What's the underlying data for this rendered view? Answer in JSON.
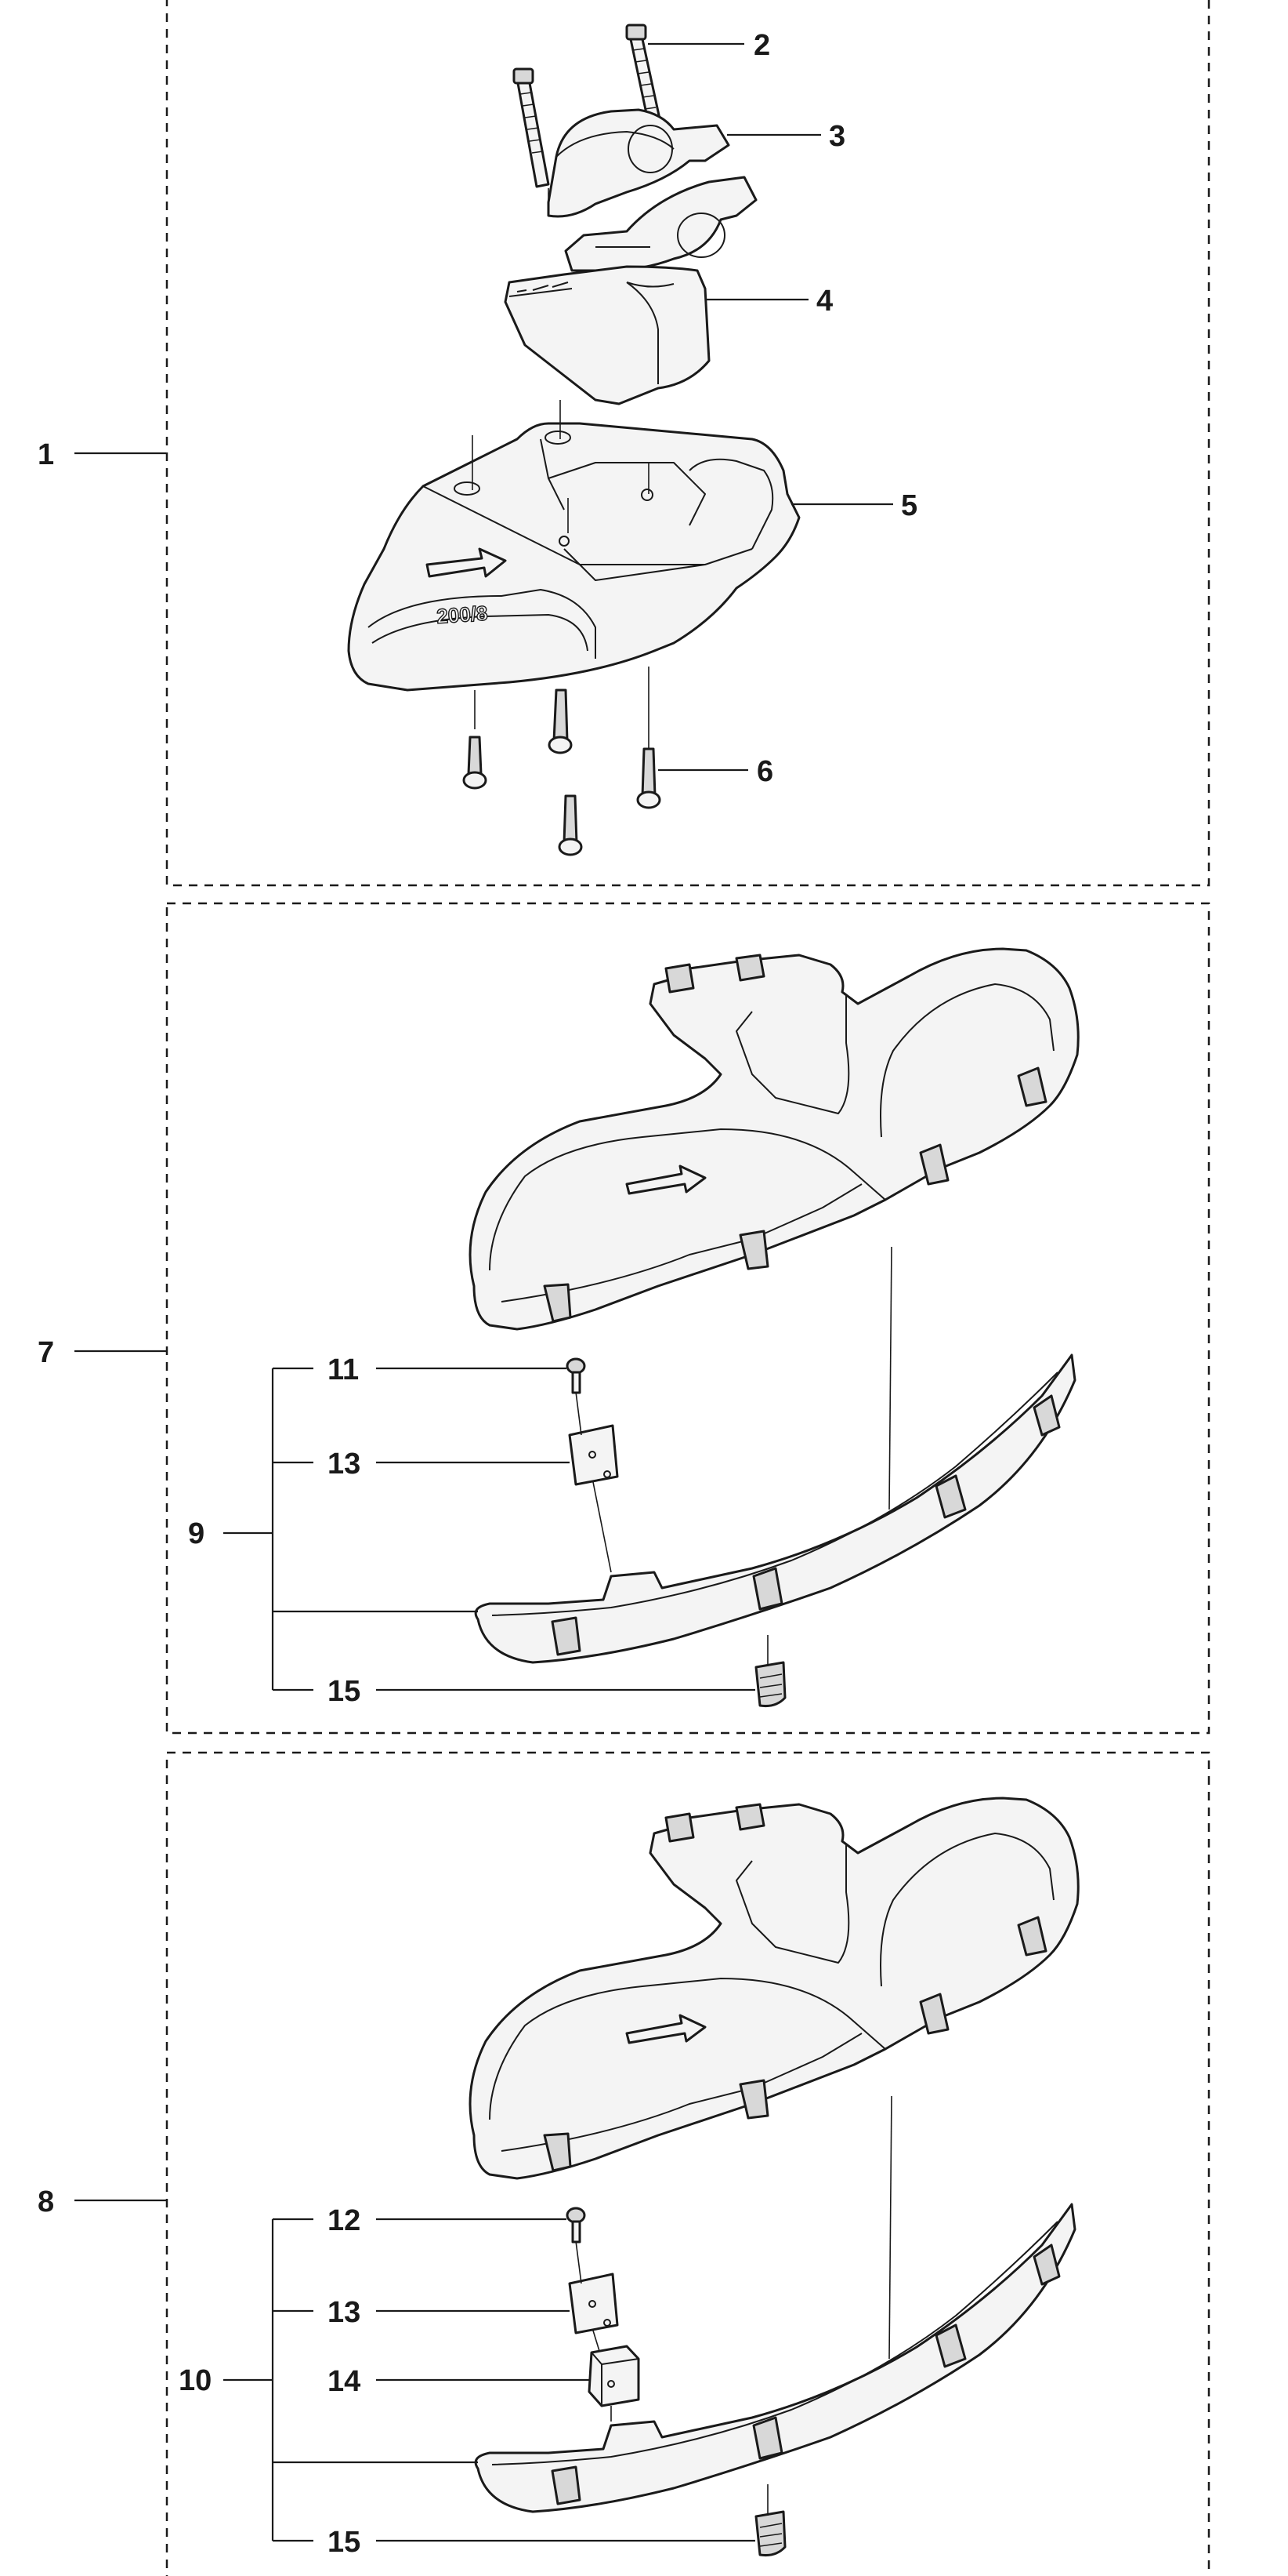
{
  "diagram": {
    "callouts": {
      "c1": "1",
      "c2": "2",
      "c3": "3",
      "c4": "4",
      "c5": "5",
      "c6": "6",
      "c7": "7",
      "c9": "9",
      "c11": "11",
      "c13a": "13",
      "c15a": "15",
      "c8": "8",
      "c10": "10",
      "c12": "12",
      "c13b": "13",
      "c14": "14",
      "c15b": "15"
    },
    "emboss_text": "200/8",
    "colors": {
      "line": "#1a1a1a",
      "part_fill": "#f4f4f4",
      "background": "#ffffff"
    }
  }
}
